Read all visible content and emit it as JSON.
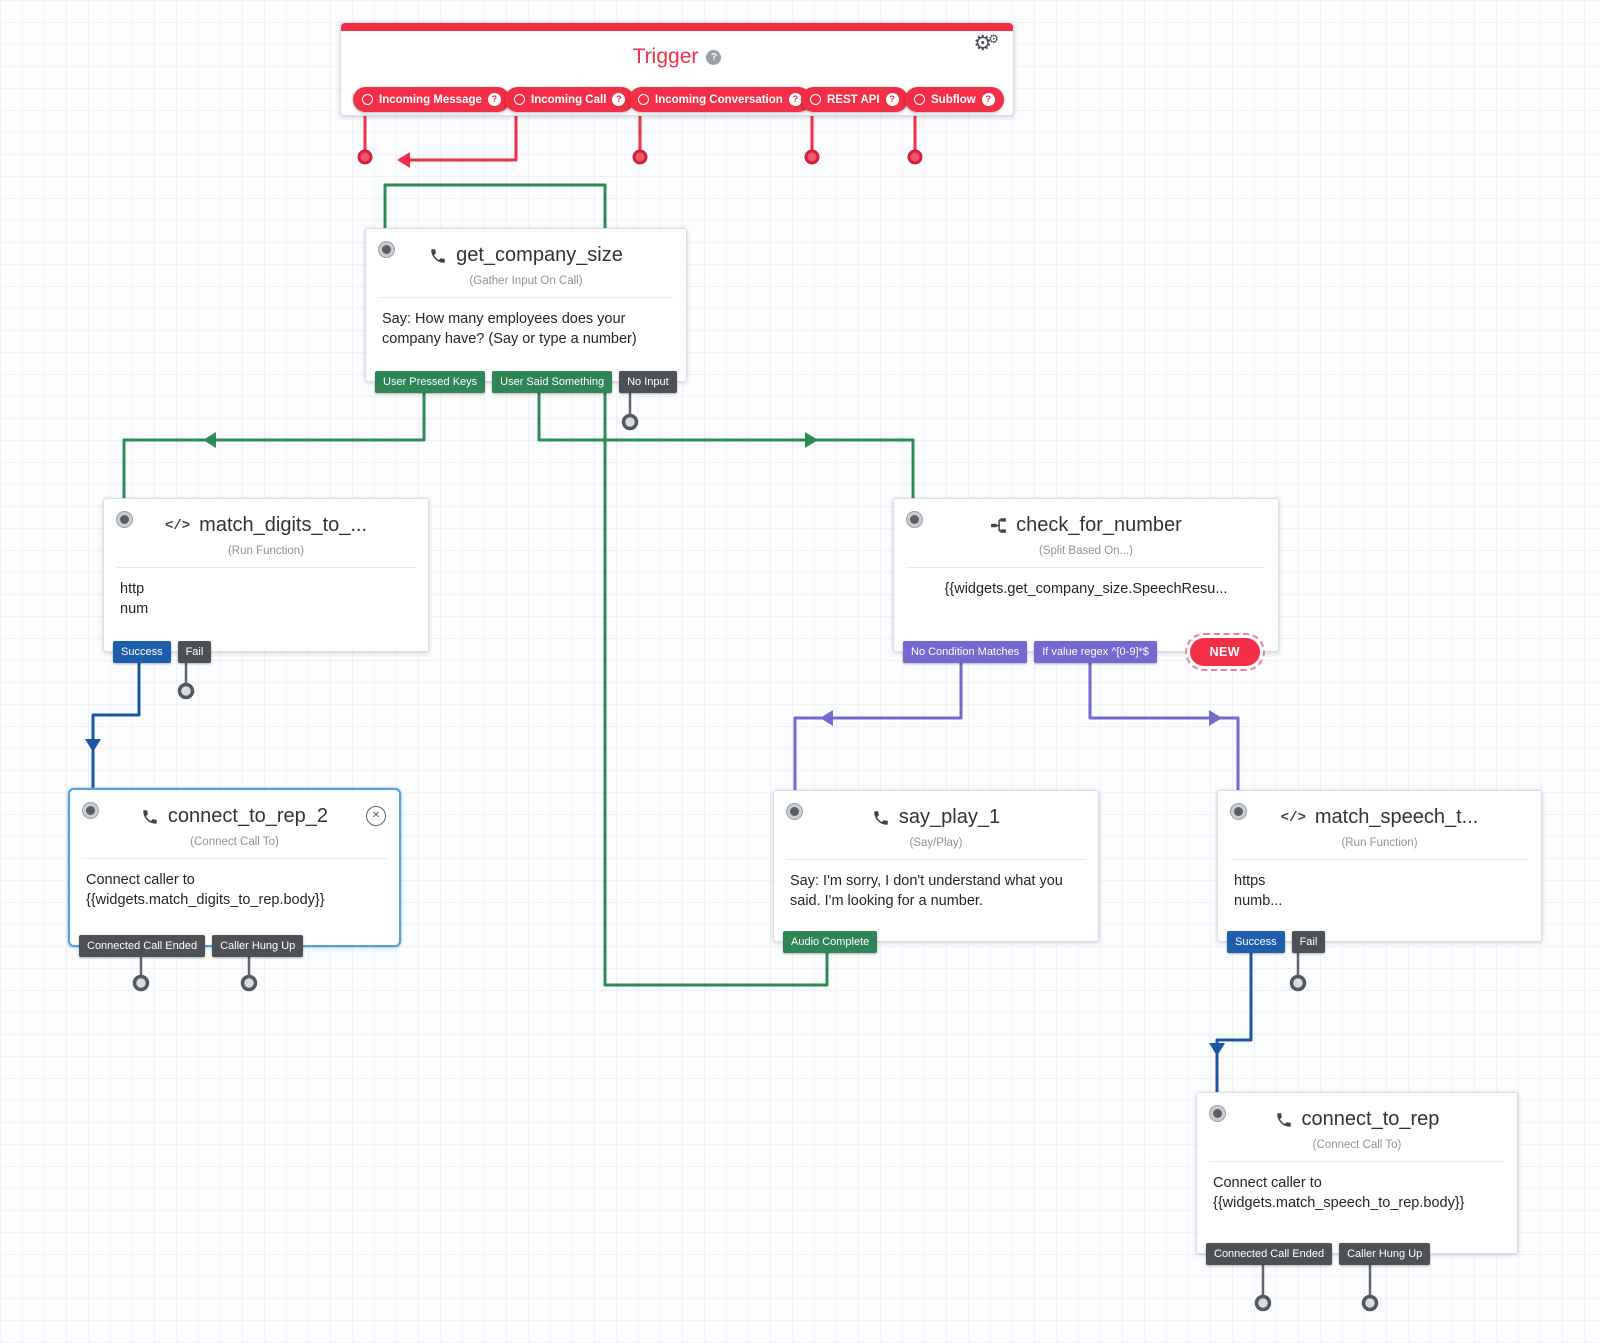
{
  "palette": {
    "brand_red": "#f22f46",
    "green_pill": "#2e8555",
    "green_line": "#2e8b57",
    "blue_pill": "#1f5dad",
    "blue_line": "#1d55a5",
    "purple": "#7569d1",
    "gray_pill": "#4d5156",
    "selected_border": "#57a0d8"
  },
  "icons": {
    "code_glyph": "</>",
    "gear_glyph": "⚙",
    "help_glyph": "?",
    "close_glyph": "✕"
  },
  "trigger": {
    "title": "Trigger",
    "pills": [
      {
        "label": "Incoming Message"
      },
      {
        "label": "Incoming Call"
      },
      {
        "label": "Incoming Conversation"
      },
      {
        "label": "REST API"
      },
      {
        "label": "Subflow"
      }
    ]
  },
  "widgets": {
    "gather": {
      "title": "get_company_size",
      "type": "(Gather Input On Call)",
      "body": "Say: How many employees does your company have? (Say or type a number)",
      "pills": {
        "keys": "User Pressed Keys",
        "speech": "User Said Something",
        "noinput": "No Input"
      }
    },
    "match_digits": {
      "title": "match_digits_to_...",
      "type": "(Run Function)",
      "body_line1": "http",
      "body_line2": "num",
      "pills": {
        "success": "Success",
        "fail": "Fail"
      }
    },
    "check_number": {
      "title": "check_for_number",
      "type": "(Split Based On...)",
      "body": "{{widgets.get_company_size.SpeechResu...",
      "pills": {
        "no_match": "No Condition Matches",
        "regex": "If value regex ^[0-9]*$"
      },
      "new_button": "NEW"
    },
    "connect2": {
      "title": "connect_to_rep_2",
      "type": "(Connect Call To)",
      "body_line1": "Connect caller to",
      "body_line2": "{{widgets.match_digits_to_rep.body}}",
      "pills": {
        "ended": "Connected Call Ended",
        "hungup": "Caller Hung Up"
      }
    },
    "say_play": {
      "title": "say_play_1",
      "type": "(Say/Play)",
      "body": "Say: I'm sorry, I don't understand what you said. I'm looking for a number.",
      "pills": {
        "audio": "Audio Complete"
      }
    },
    "match_speech": {
      "title": "match_speech_t...",
      "type": "(Run Function)",
      "body_line1": "https",
      "body_line2": "numb...",
      "pills": {
        "success": "Success",
        "fail": "Fail"
      }
    },
    "connect": {
      "title": "connect_to_rep",
      "type": "(Connect Call To)",
      "body_line1": "Connect caller to",
      "body_line2": "{{widgets.match_speech_to_rep.body}}",
      "pills": {
        "ended": "Connected Call Ended",
        "hungup": "Caller Hung Up"
      }
    }
  }
}
